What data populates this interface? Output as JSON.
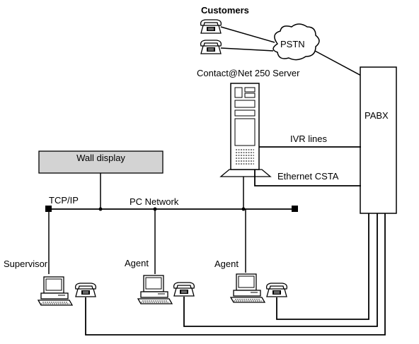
{
  "labels": {
    "customers": "Customers",
    "pstn": "PSTN",
    "server": "Contact@Net 250 Server",
    "pabx": "PABX",
    "ivr_lines": "IVR lines",
    "ethernet_csta": "Ethernet CSTA",
    "wall_display": "Wall display",
    "tcp_ip": "TCP/IP",
    "pc_network": "PC Network",
    "supervisor": "Supervisor",
    "agent_1": "Agent",
    "agent_2": "Agent"
  },
  "colors": {
    "line": "#000000",
    "wall_display_fill": "#d3d3d3",
    "box_fill": "#ffffff"
  },
  "icons": [
    "telephone-icon",
    "cloud-icon",
    "server-tower-icon",
    "desktop-computer-icon"
  ]
}
